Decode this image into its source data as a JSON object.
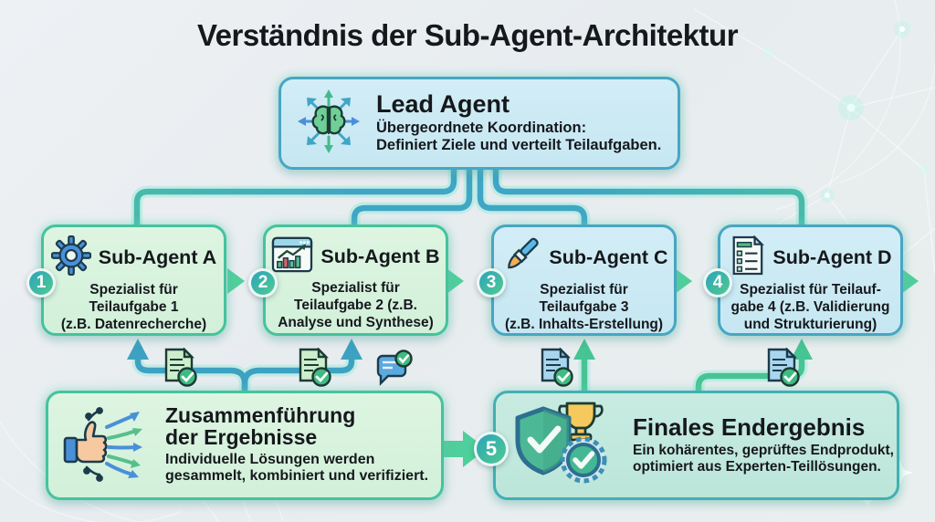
{
  "title": "Verständnis der Sub-Agent-Architektur",
  "lead_agent": {
    "icon": "brain-network-icon",
    "title": "Lead Agent",
    "subtitle": "Übergeordnete Koordination:\nDefiniert Ziele und verteilt Teilaufgaben."
  },
  "sub_agents": [
    {
      "badge": "1",
      "icon": "gear-icon",
      "title": "Sub-Agent A",
      "desc": "Spezialist für\nTeilaufgabe 1\n(z.B. Datenrecherche)"
    },
    {
      "badge": "2",
      "icon": "chart-window-icon",
      "title": "Sub-Agent B",
      "desc": "Spezialist für\nTeilaufgabe 2 (z.B.\nAnalyse und Synthese)"
    },
    {
      "badge": "3",
      "icon": "paintbrush-icon",
      "title": "Sub-Agent C",
      "desc": "Spezialist für\nTeilaufgabe 3\n(z.B. Inhalts-Erstellung)"
    },
    {
      "badge": "4",
      "icon": "checklist-doc-icon",
      "title": "Sub-Agent D",
      "desc": "Spezialist für Teilauf-\ngabe 4 (z.B. Validierung\nund Strukturierung)"
    }
  ],
  "merge_box": {
    "icon": "thumbs-up-circuit-icon",
    "title": "Zusammenführung\nder Ergebnisse",
    "desc": "Individuelle Lösungen werden\ngesammelt, kombiniert und verifiziert."
  },
  "final_box": {
    "badge": "5",
    "icon": "shield-trophy-medal-icon",
    "title": "Finales Endergebnis",
    "desc": "Ein kohärentes, geprüftes Endprodukt,\noptimiert aus Experten-Teillösungen."
  },
  "colors": {
    "background": "#e9edf0",
    "box_blue_bg": "#cdeaf4",
    "box_blue_border": "#47a6c3",
    "box_green_bg": "#d9f3dc",
    "box_green_border": "#45c39c",
    "box_teal_bg": "#c2e9df",
    "connector_teal": "#3da4c4",
    "connector_green": "#47c493",
    "badge_gradient_start": "#2da4ba",
    "badge_gradient_end": "#4fca90",
    "title_text": "#16181c"
  }
}
